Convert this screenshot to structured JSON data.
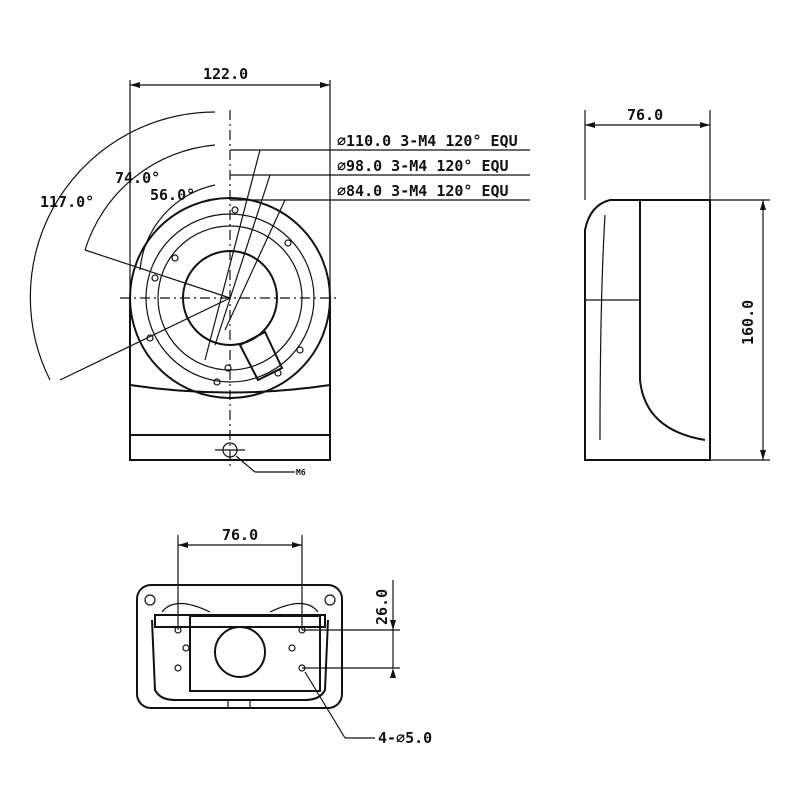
{
  "front_view": {
    "width_dim": "122.0",
    "angles": [
      "117.0°",
      "74.0°",
      "56.0°"
    ],
    "holes": [
      "∅110.0  3-M4 120° EQU",
      "∅98.0  3-M4 120° EQU",
      "∅84.0  3-M4 120° EQU"
    ],
    "screw_label": "M6"
  },
  "side_view": {
    "width_dim": "76.0",
    "height_dim": "160.0"
  },
  "bottom_view": {
    "width_dim": "76.0",
    "depth_dim": "26.0",
    "holes_label": "4-∅5.0"
  }
}
